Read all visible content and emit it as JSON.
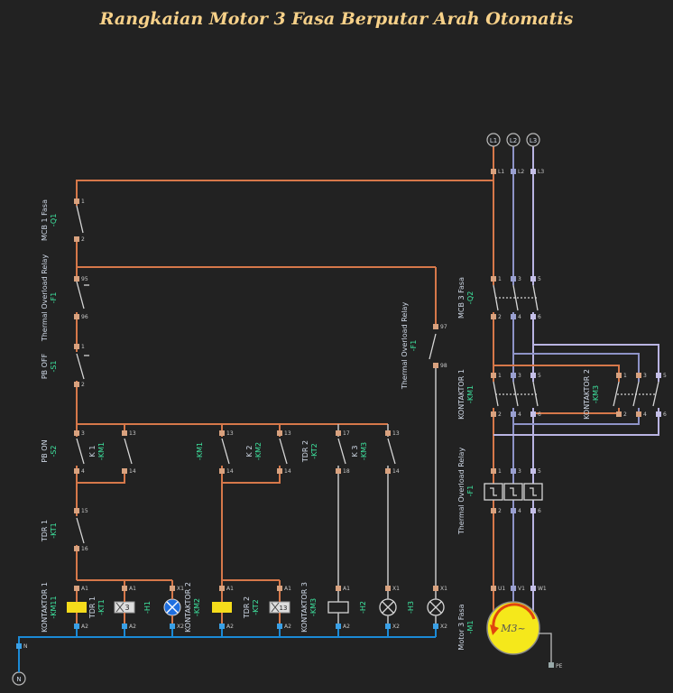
{
  "title": "Rangkaian Motor 3 Fasa Berputar Arah Otomatis",
  "colors": {
    "background": "#222222",
    "title": "#f7d189",
    "phase_wire": "#d6784a",
    "l2_wire": "#8e93c7",
    "l3_wire": "#b9b4e2",
    "neutral_wire": "#1b8ad6",
    "control_wire": "#bdbdbd",
    "tag_green": "#3ee6a0",
    "coil_yellow": "#f5dc1b",
    "lamp_blue": "#1f6fe0",
    "motor_yellow": "#f5e81b"
  },
  "supply": {
    "phases": [
      "L1",
      "L2",
      "L3"
    ],
    "neutral": "N",
    "earth": "PE"
  },
  "components": {
    "mcb1": {
      "name": "MCB 1 Fasa",
      "tag": "-Q1",
      "pins": [
        "1",
        "2"
      ]
    },
    "tor_control": {
      "name": "Thermal Overload Relay",
      "tag": "-F1",
      "pins": [
        "95",
        "96"
      ]
    },
    "pb_off": {
      "name": "PB OFF",
      "tag": "-S1",
      "pins": [
        "1",
        "2"
      ]
    },
    "pb_on": {
      "name": "PB ON",
      "tag": "-S2",
      "pins": [
        "3",
        "4"
      ]
    },
    "k1_contact": {
      "name": "K 1",
      "tag": "-KM1",
      "pins": [
        "13",
        "14"
      ]
    },
    "tdr1_contact": {
      "name": "TDR 1",
      "tag": "-KT1",
      "pins": [
        "15",
        "16"
      ]
    },
    "km1_contact": {
      "name": "",
      "tag": "-KM1",
      "pins": [
        "13",
        "14"
      ]
    },
    "k2_contact": {
      "name": "K 2",
      "tag": "-KM2",
      "pins": [
        "13",
        "14"
      ]
    },
    "tdr2_contact": {
      "name": "TDR 2",
      "tag": "-KT2",
      "pins": [
        "17",
        "18"
      ]
    },
    "k3_contact": {
      "name": "K 3",
      "tag": "-KM3",
      "pins": [
        "13",
        "14"
      ]
    },
    "tor_lamp": {
      "name": "Thermal Overload Relay",
      "tag": "-F1",
      "pins": [
        "97",
        "98"
      ]
    },
    "mcb3": {
      "name": "MCB 3 Fasa",
      "tag": "-Q2",
      "pins": [
        "1",
        "2",
        "3",
        "4",
        "5",
        "6"
      ]
    },
    "kontaktor1_main": {
      "name": "KONTAKTOR 1",
      "tag": "-KM1",
      "pins": [
        "1",
        "2",
        "3",
        "4",
        "5",
        "6"
      ]
    },
    "kontaktor2_main": {
      "name": "KONTAKTOR 2",
      "tag": "-KM3",
      "pins": [
        "1",
        "2",
        "3",
        "4",
        "5",
        "6"
      ]
    },
    "tor_main": {
      "name": "Thermal Overload Relay",
      "tag": "-F1",
      "pins": [
        "1",
        "2",
        "3",
        "4",
        "5",
        "6"
      ]
    },
    "motor": {
      "name": "Motor 3 Fasa",
      "tag": "-M1",
      "symbol": "M3~",
      "pins": [
        "U1",
        "V1",
        "W1",
        "PE"
      ]
    }
  },
  "loads": [
    {
      "name": "KONTAKTOR 1",
      "tag": "-KM11",
      "kind": "coil"
    },
    {
      "name": "TDR 1",
      "tag": "-KT1",
      "kind": "timer",
      "value": "3"
    },
    {
      "name": "",
      "tag": "-H1",
      "kind": "lamp"
    },
    {
      "name": "KONTAKTOR 2",
      "tag": "-KM2",
      "kind": "coil"
    },
    {
      "name": "TDR 2",
      "tag": "-KT2",
      "kind": "timer",
      "value": "13"
    },
    {
      "name": "KONTAKTOR 3",
      "tag": "-KM3",
      "kind": "relay"
    },
    {
      "name": "",
      "tag": "-H2",
      "kind": "lamp"
    },
    {
      "name": "",
      "tag": "-H3",
      "kind": "lamp"
    }
  ],
  "pin_labels": {
    "a1": "A1",
    "a2": "A2",
    "x1": "X1",
    "x2": "X2"
  }
}
